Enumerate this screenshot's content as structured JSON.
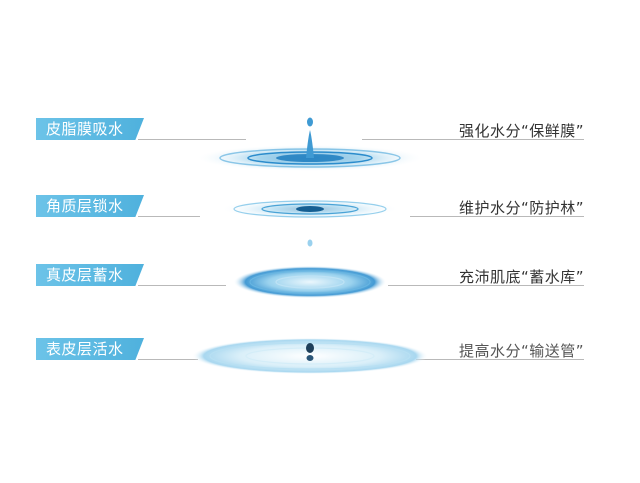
{
  "layers": [
    {
      "left_label": "皮脂膜吸水",
      "right_label": "强化水分“保鲜膜”",
      "drop_icon": "water-drop-splash-icon"
    },
    {
      "left_label": "角质层锁水",
      "right_label": "维护水分“防护林”",
      "drop_icon": "water-drop-ripple-icon"
    },
    {
      "left_label": "真皮层蓄水",
      "right_label": "充沛肌底“蓄水库”",
      "drop_icon": "water-ripple-icon"
    },
    {
      "left_label": "表皮层活水",
      "right_label": "提高水分“输送管”",
      "drop_icon": "water-drop-surface-icon"
    }
  ],
  "colors": {
    "tag_blue": "#55b5df",
    "water_dark": "#1f86c6",
    "water_light": "#bfe3f5",
    "rule_gray": "#b9b9b9"
  }
}
